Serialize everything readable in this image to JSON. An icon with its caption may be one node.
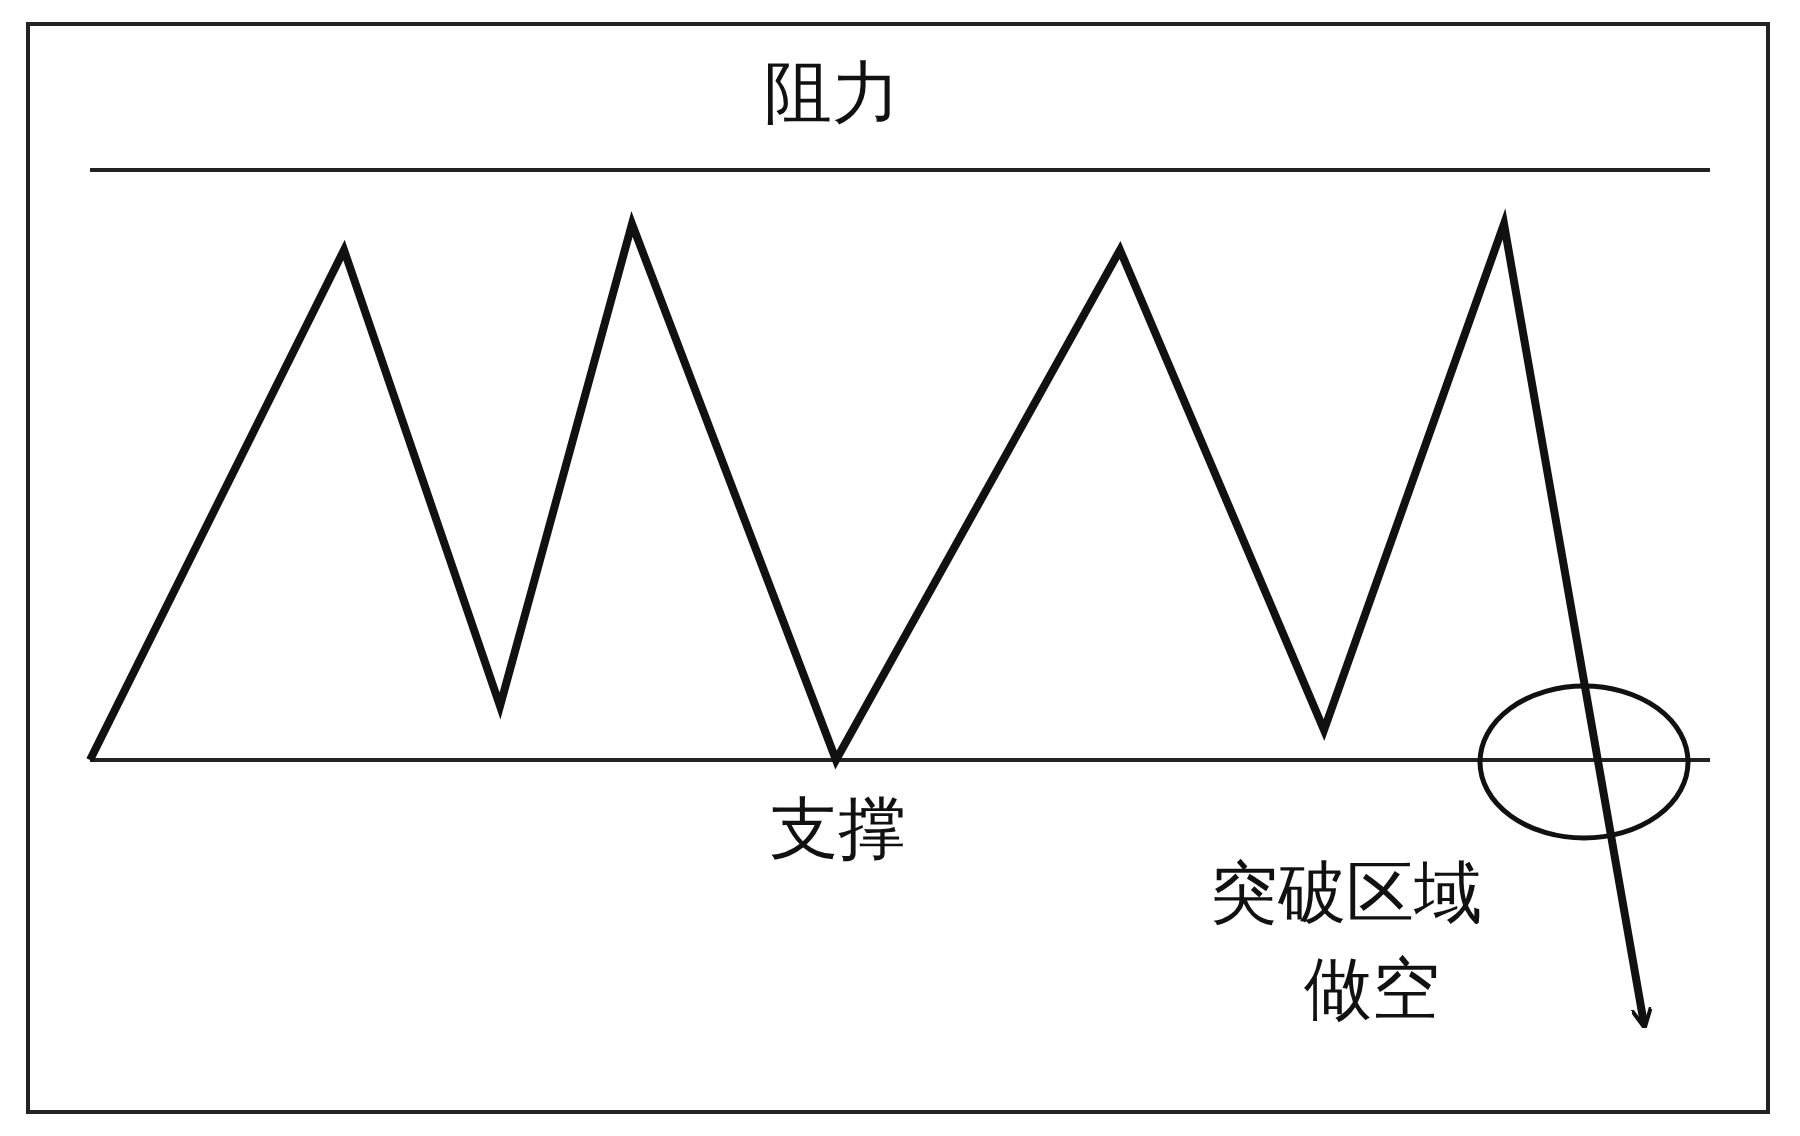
{
  "diagram": {
    "labels": [
      "阻力",
      "支撑",
      "突破区域",
      "做空"
    ]
  }
}
